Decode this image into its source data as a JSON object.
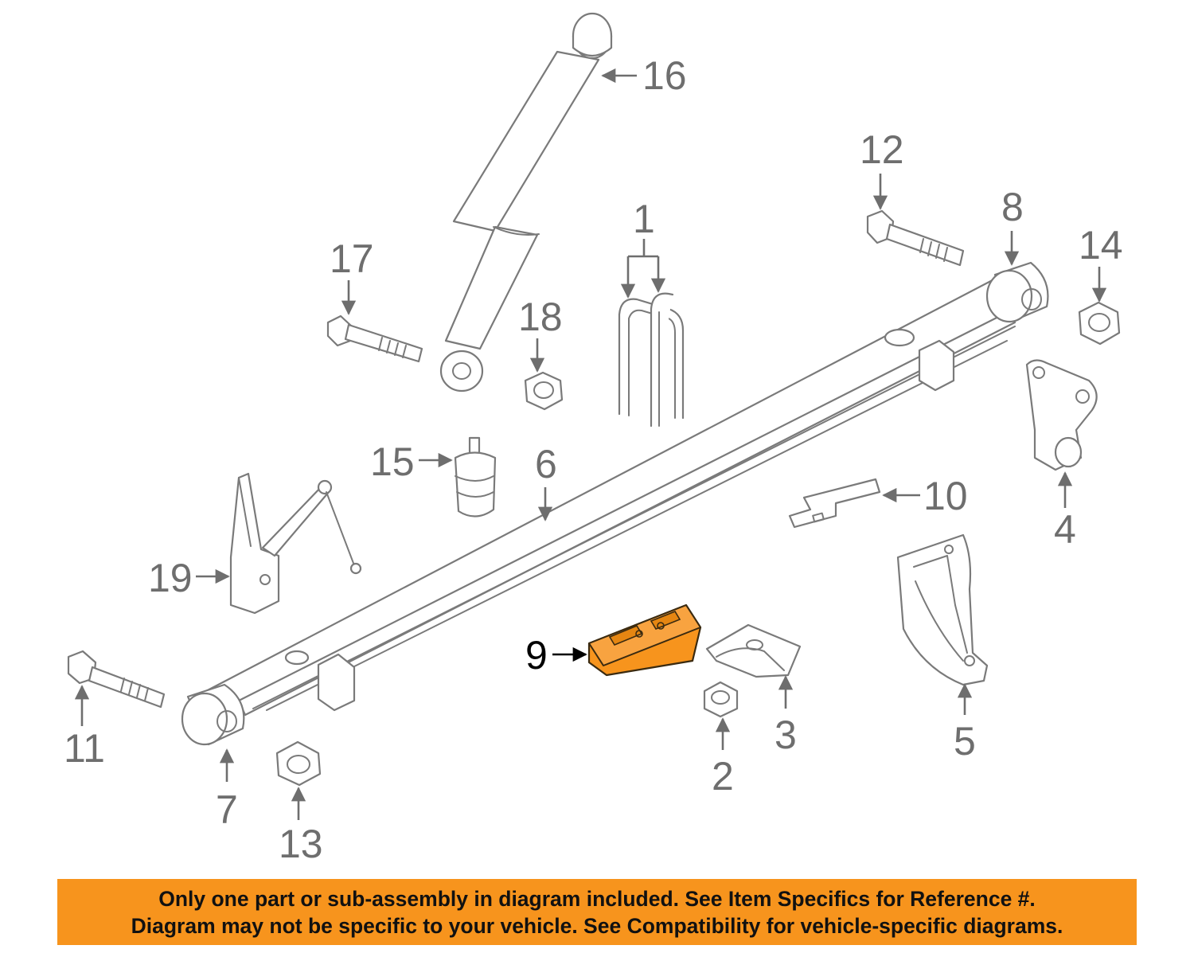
{
  "diagram": {
    "highlight_color": "#f7941d",
    "line_color": "#7a7a7a",
    "highlighted_callout": "9",
    "callouts": {
      "c1": "1",
      "c2": "2",
      "c3": "3",
      "c4": "4",
      "c5": "5",
      "c6": "6",
      "c7": "7",
      "c8": "8",
      "c9": "9",
      "c10": "10",
      "c11": "11",
      "c12": "12",
      "c13": "13",
      "c14": "14",
      "c15": "15",
      "c16": "16",
      "c17": "17",
      "c18": "18",
      "c19": "19"
    }
  },
  "banner": {
    "background": "#f7941d",
    "line1": "Only one part or sub-assembly in diagram included. See Item Specifics for Reference #.",
    "line2": "Diagram may not be specific to your vehicle. See Compatibility for vehicle-specific diagrams."
  }
}
